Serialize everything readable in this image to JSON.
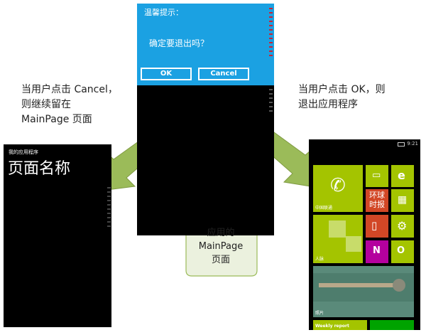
{
  "dialog": {
    "title": "温馨提示：",
    "message": "确定要退出吗？",
    "ok_label": "OK",
    "cancel_label": "Cancel"
  },
  "left_caption": {
    "line1": "当用户点击 Cancel，",
    "line2": "则继续留在",
    "line3": "MainPage 页面"
  },
  "right_caption": {
    "line1": "当用户点击 OK，则",
    "line2": "退出应用程序"
  },
  "callout": {
    "line1": "应用的",
    "line2": "MainPage",
    "line3": "页面"
  },
  "left_phone": {
    "app_title": "我的应用程序",
    "page_title": "页面名称"
  },
  "right_phone": {
    "status_time": "9:21",
    "tiles": {
      "phone_label": "中国联通",
      "people_label": "人脉",
      "photos_label": "照片",
      "weekly_label": "Weekly report",
      "huanqiu_text": "环球时报"
    }
  },
  "colors": {
    "dialog_blue": "#1ba1e2",
    "arrow_green": "#9bbb59",
    "callout_fill": "#ebf1de",
    "callout_border": "#9bbb59",
    "tile_lime": "#a4c400",
    "tile_red": "#d24726",
    "tile_purple": "#b4009e",
    "tile_teal": "#00a300"
  },
  "icons": [
    "phone-icon",
    "messaging-icon",
    "ie-icon",
    "store-icon",
    "office-icon",
    "settings-icon",
    "onenote-icon",
    "outlook-icon"
  ]
}
